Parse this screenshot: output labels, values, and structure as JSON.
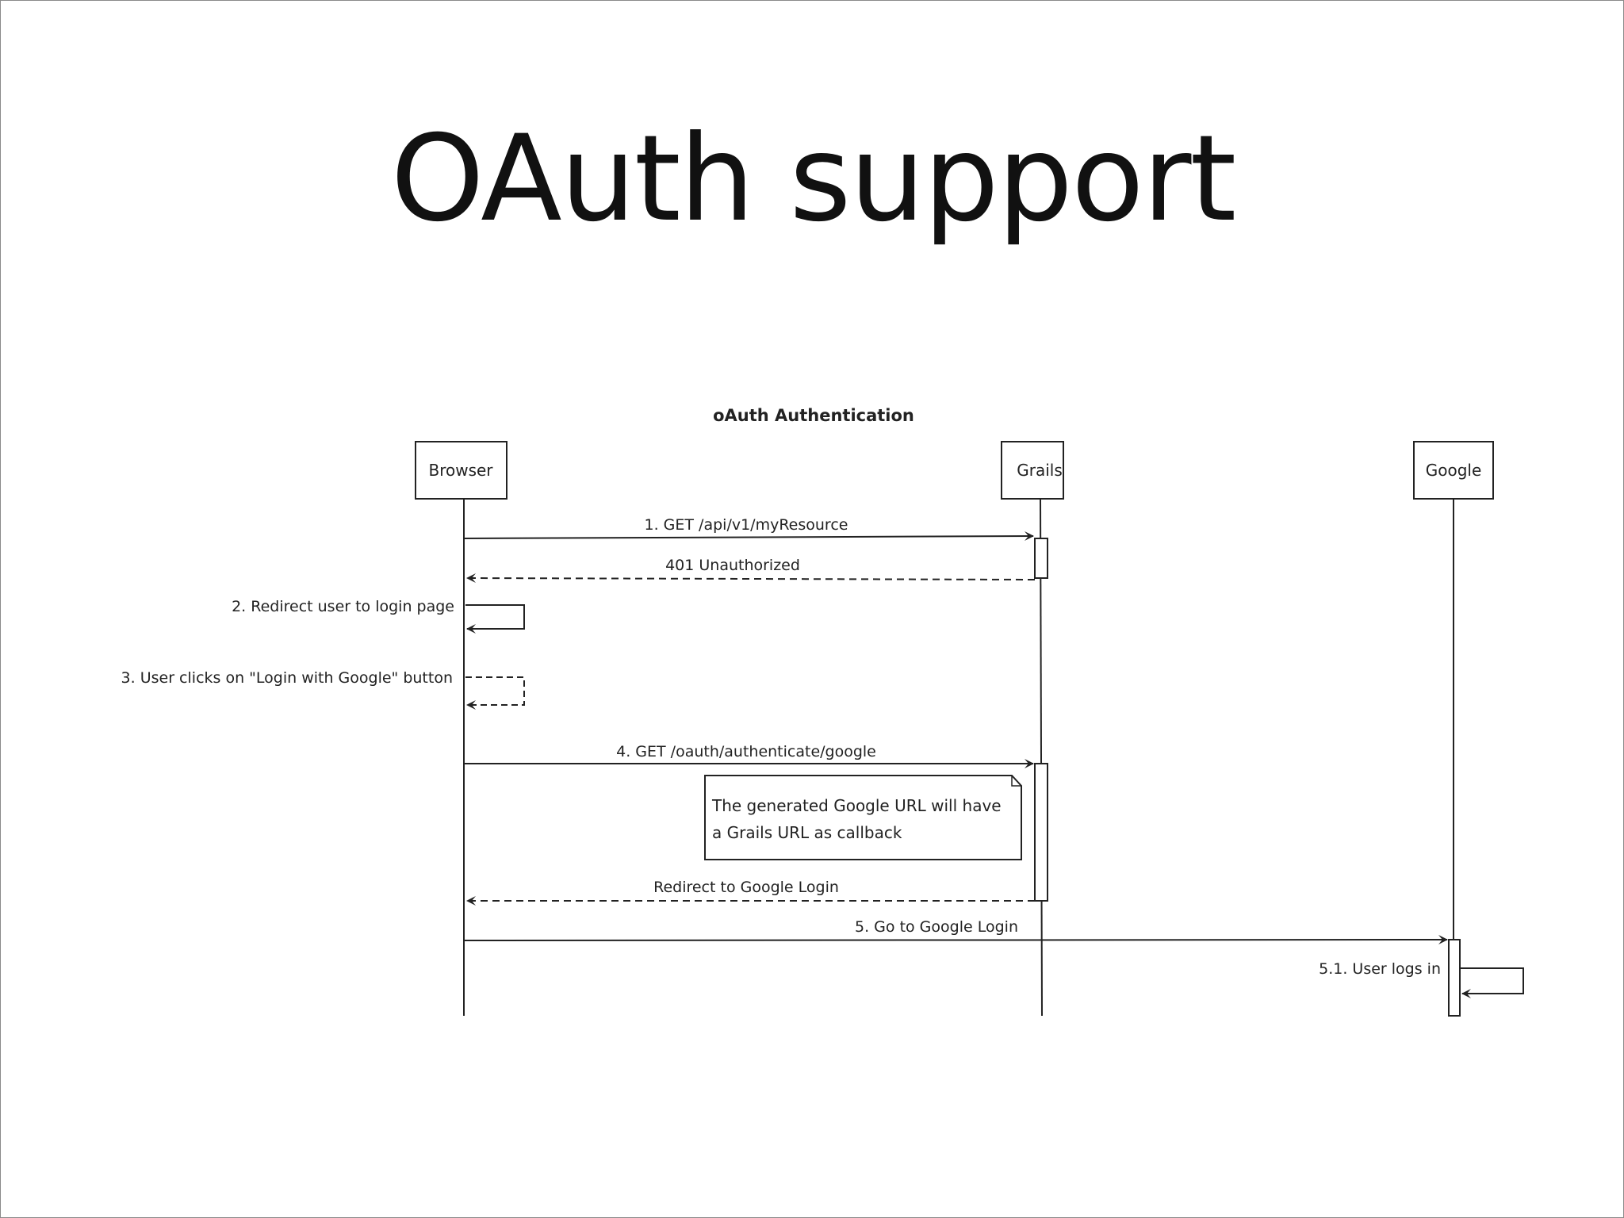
{
  "slide": {
    "title": "OAuth support"
  },
  "diagram": {
    "title": "oAuth Authentication",
    "participants": [
      "Browser",
      "Grails",
      "Google"
    ],
    "messages": [
      {
        "from": "Browser",
        "to": "Grails",
        "label": "1. GET /api/v1/myResource",
        "style": "solid"
      },
      {
        "from": "Grails",
        "to": "Browser",
        "label": "401 Unauthorized",
        "style": "dashed"
      },
      {
        "from": "Browser",
        "to": "Browser",
        "label": "2. Redirect user to login page",
        "style": "solid"
      },
      {
        "from": "Browser",
        "to": "Browser",
        "label": "3. User clicks on \"Login with Google\" button",
        "style": "dashed"
      },
      {
        "from": "Browser",
        "to": "Grails",
        "label": "4. GET /oauth/authenticate/google",
        "style": "solid"
      },
      {
        "from": "Grails",
        "to": "Browser",
        "label": "Redirect to Google Login",
        "style": "dashed"
      },
      {
        "from": "Browser",
        "to": "Google",
        "label": "5. Go to Google Login",
        "style": "solid"
      },
      {
        "from": "Google",
        "to": "Google",
        "label": "5.1. User logs in",
        "style": "solid"
      }
    ],
    "note": {
      "lines": [
        "The generated Google URL will have",
        "a Grails URL as callback"
      ]
    }
  },
  "colors": {
    "ink": "#222222",
    "background": "#ffffff"
  }
}
